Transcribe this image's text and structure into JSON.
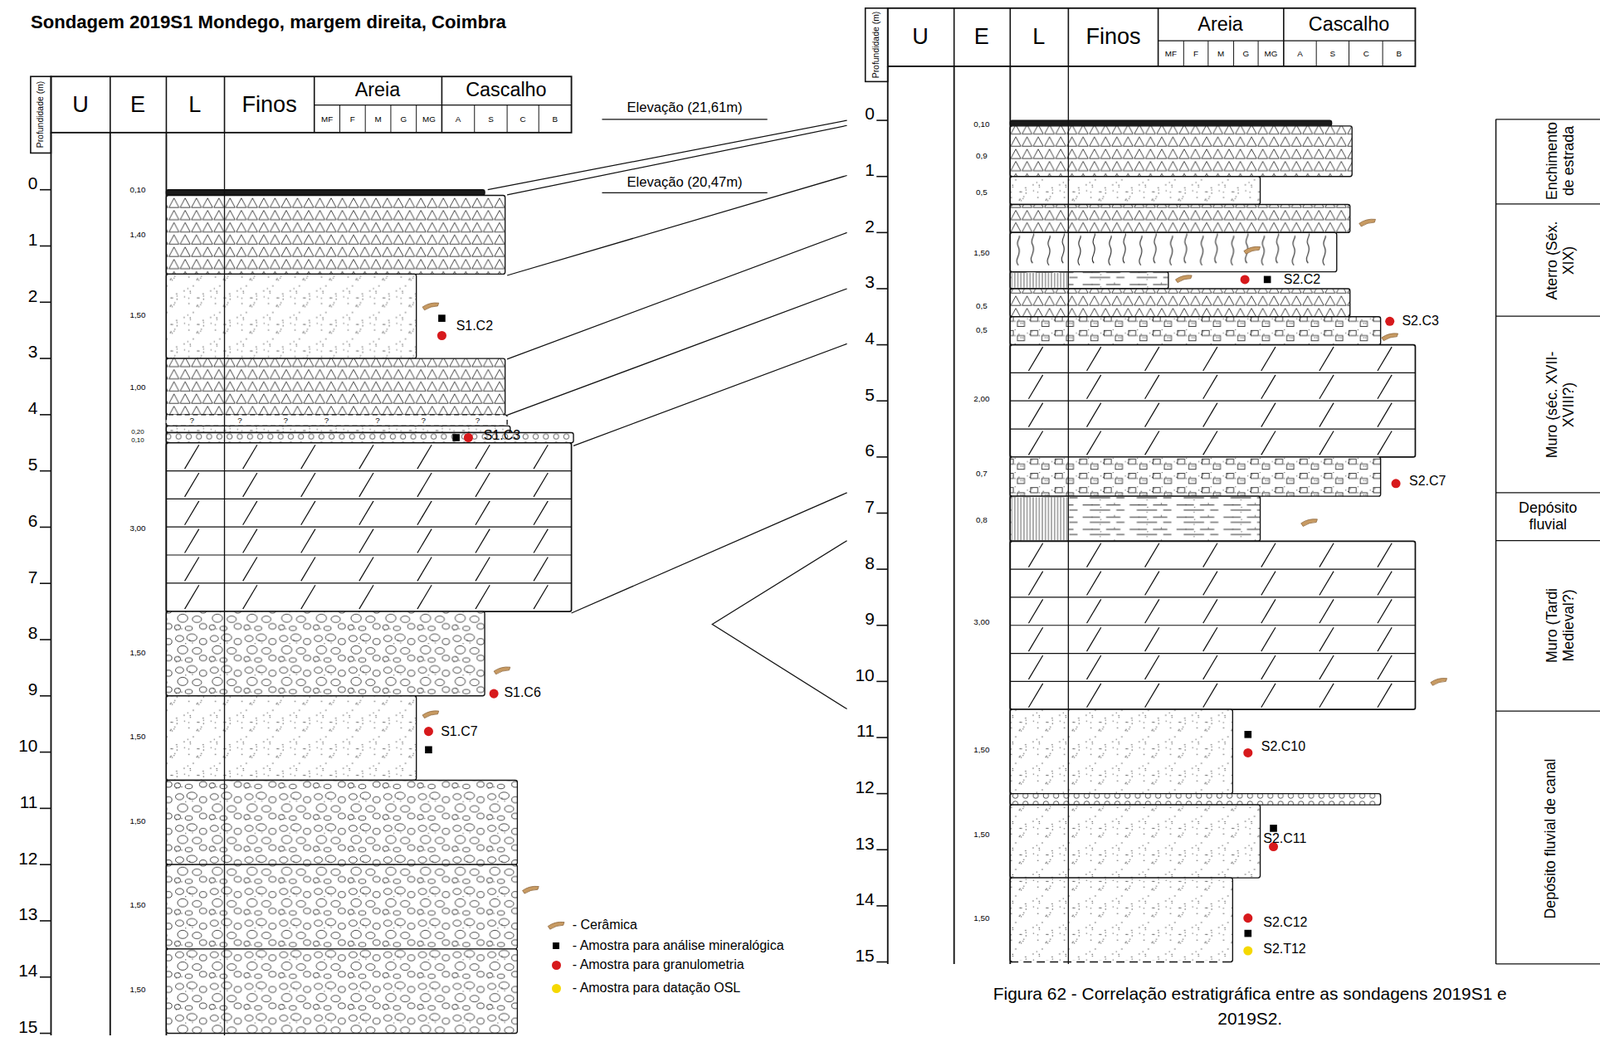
{
  "diagram": {
    "title": "Sondagem 2019S1 Mondego, margem direita, Coimbra",
    "caption": "Figura 62 - Correlação estratigráfica entre as sondagens 2019S1 e 2019S2.",
    "labels": [
      "Profundidade (m)",
      "U",
      "E",
      "L",
      "Finos",
      "Areia",
      "MF",
      "F",
      "M",
      "G",
      "MG",
      "Cascalho",
      "A",
      "S",
      "C",
      "B",
      "Profundidade (m)",
      "U",
      "E",
      "L",
      "Finos",
      "Areia",
      "MF",
      "F",
      "M",
      "G",
      "MG",
      "Cascalho",
      "A",
      "S",
      "C",
      "B",
      "0",
      "1",
      "2",
      "3",
      "4",
      "5",
      "6",
      "7",
      "8",
      "9",
      "10",
      "11",
      "12",
      "13",
      "14",
      "15",
      "0",
      "1",
      "2",
      "3",
      "4",
      "5",
      "6",
      "7",
      "8",
      "9",
      "10",
      "11",
      "12",
      "13",
      "14",
      "15",
      "0,10",
      "1,40",
      "1,50",
      "1,00",
      "0,20",
      "0,10",
      "3,00",
      "1,50",
      "1,50",
      "1,50",
      "1,50",
      "1,50",
      "0,10",
      "0,9",
      "0,5",
      "1,50",
      "0,5",
      "0,5",
      "2,00",
      "0,7",
      "0,8",
      "3,00",
      "1,50",
      "1,50",
      "1,50",
      "?",
      "?",
      "?",
      "?",
      "?",
      "?",
      "?",
      "S1.C2",
      "S1.C3",
      "S1.C6",
      "S1.C7",
      "S2.C2",
      "S2.C3",
      "S2.C7",
      "S2.C10",
      "S2.C11",
      "S2.C12",
      "S2.T12",
      "Elevação (21,61m)",
      "Elevação (20,47m)",
      "Enchimento de estrada",
      "Aterro (Séx. XIX)",
      "Muro (séc. XVII-XVIII?)",
      "Depósito fluvial",
      "Muro (Tardi Medieval?)",
      "Depósito fluvial de canal"
    ],
    "legend": [
      {
        "text": "- Cerâmica"
      },
      {
        "text": "- Amostra para análise mineralógica",
        "color": "#000000"
      },
      {
        "text": "- Amostra para granulometria",
        "color": "#d7191c"
      },
      {
        "text": "- Amostra para datação OSL",
        "color": "#f5d800"
      }
    ]
  }
}
